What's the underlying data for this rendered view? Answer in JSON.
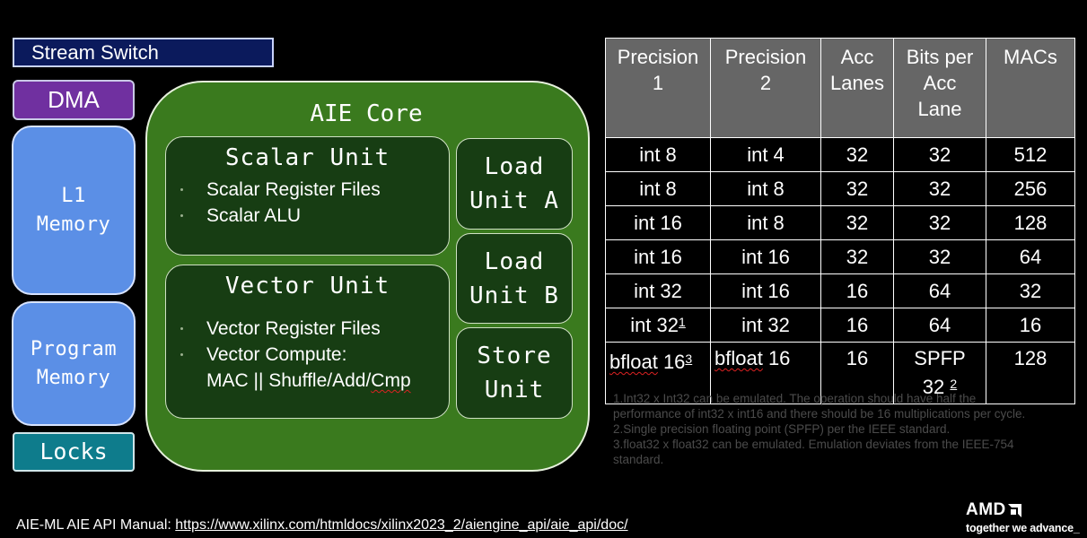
{
  "diagram": {
    "stream_switch": "Stream Switch",
    "dma": "DMA",
    "l1_memory": [
      "L1",
      "Memory"
    ],
    "program_memory": [
      "Program",
      "Memory"
    ],
    "locks": "Locks",
    "aie_core": {
      "title": "AIE Core",
      "scalar_unit": {
        "title": "Scalar Unit",
        "items": [
          "Scalar Register Files",
          "Scalar ALU"
        ]
      },
      "vector_unit": {
        "title": "Vector Unit",
        "items": [
          "Vector Register Files",
          "Vector Compute:"
        ],
        "extra_line": "MAC || Shuffle/Add/",
        "extra_line_underlined": "Cmp"
      },
      "load_unit_a": [
        "Load",
        "Unit A"
      ],
      "load_unit_b": [
        "Load",
        "Unit B"
      ],
      "store_unit": [
        "Store",
        "Unit"
      ]
    }
  },
  "table": {
    "headers": [
      [
        "Precision",
        "1"
      ],
      [
        "Precision",
        "2"
      ],
      [
        "Acc",
        "Lanes"
      ],
      [
        "Bits per",
        "Acc",
        "Lane"
      ],
      [
        "MACs"
      ]
    ],
    "rows": [
      [
        "int 8",
        "int 4",
        "32",
        "32",
        "512"
      ],
      [
        "int 8",
        "int 8",
        "32",
        "32",
        "256"
      ],
      [
        "int 16",
        "int 8",
        "32",
        "32",
        "128"
      ],
      [
        "int 16",
        "int 16",
        "32",
        "32",
        "64"
      ],
      [
        "int 32",
        "int 16",
        "16",
        "64",
        "32"
      ],
      [
        "int 32",
        "int 32",
        "16",
        "64",
        "16"
      ]
    ],
    "row6_fn": "1",
    "last_row": {
      "p1": "bfloat",
      "p1_rest": " 16",
      "p1_fn": "3",
      "p2": "bfloat",
      "p2_rest": " 16",
      "acc": "16",
      "bits": [
        "SPFP",
        "32"
      ],
      "bits_fn": "2",
      "macs": "128"
    }
  },
  "footnotes": [
    "1.Int32 x Int32 can be emulated. The operation should have half the performance of int32 x int16 and there should be 16 multiplications per cycle.",
    "2.Single precision floating point (SPFP) per the IEEE standard.",
    "3.float32 x float32 can be emulated. Emulation deviates from the IEEE-754 standard."
  ],
  "manual": {
    "label": "AIE-ML AIE API Manual: ",
    "link": "https://www.xilinx.com/htmldocs/xilinx2023_2/aiengine_api/aie_api/doc/"
  },
  "logo": {
    "word": "AMD",
    "tagline": "together we advance_"
  },
  "colors": {
    "dma": "#7030a0",
    "memory": "#5b8fe6",
    "locks": "#0e7c8c",
    "core": "#3a7a1e",
    "unit": "#173d13",
    "stream_switch": "#0b1a5c",
    "table_header": "#666666"
  }
}
